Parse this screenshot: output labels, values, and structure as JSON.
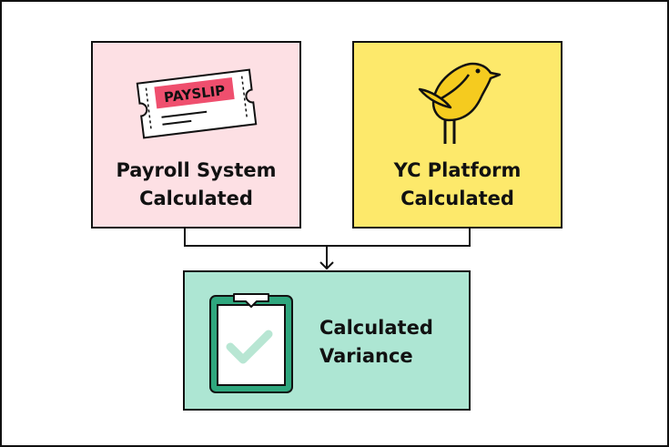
{
  "colors": {
    "payroll_fill": "#fde0e4",
    "yc_fill": "#fde96b",
    "variance_fill": "#ade6d3",
    "payslip_accent": "#ef4f6e",
    "bird_fill": "#f5cb1f",
    "clipboard_green": "#2fa77e",
    "check_green": "#b8e6d3",
    "stroke": "#111111"
  },
  "payroll": {
    "icon": "payslip-ticket-icon",
    "payslip_label": "PAYSLIP",
    "line1": "Payroll System",
    "line2": "Calculated"
  },
  "yc": {
    "icon": "bird-icon",
    "line1": "YC Platform",
    "line2": "Calculated"
  },
  "variance": {
    "icon": "clipboard-check-icon",
    "line1": "Calculated",
    "line2": "Variance"
  }
}
